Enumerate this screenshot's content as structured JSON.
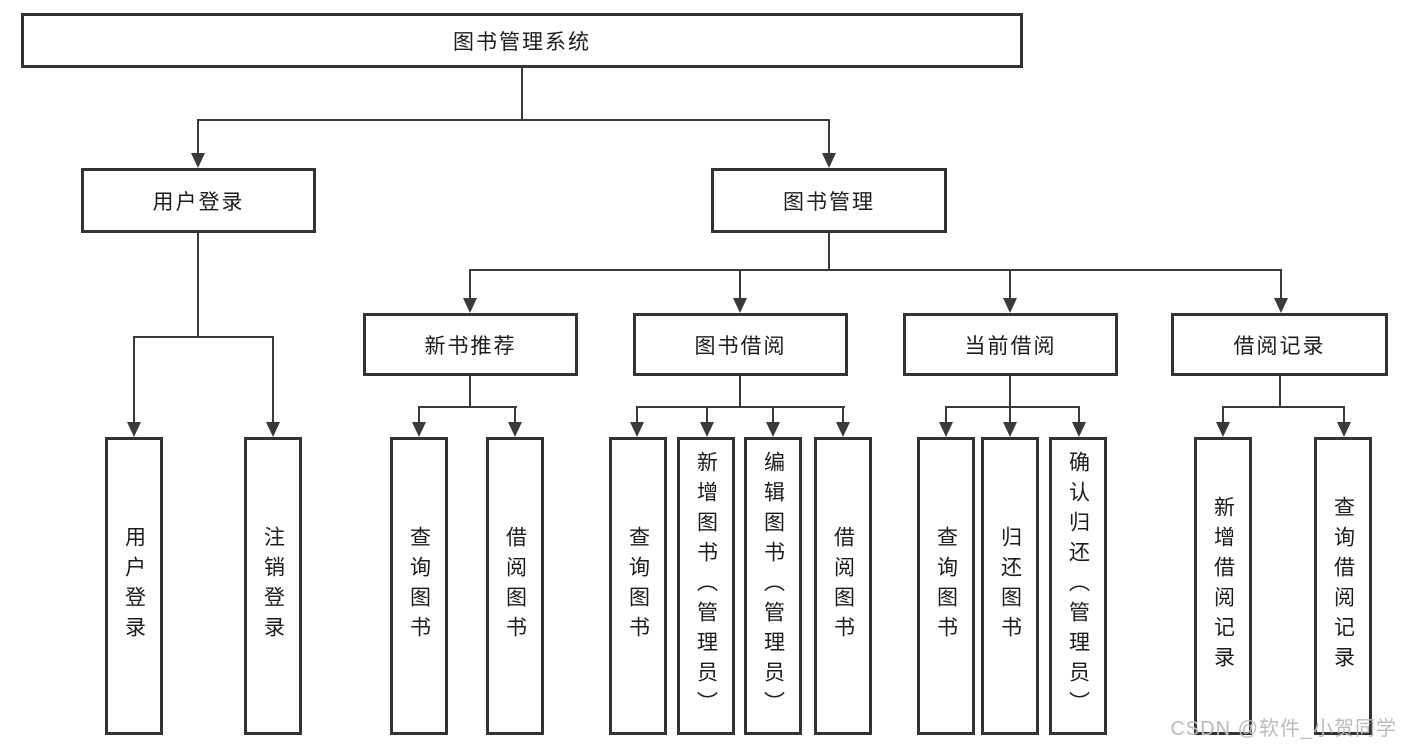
{
  "tree": {
    "root": {
      "label": "图书管理系统",
      "children": [
        {
          "label": "用户登录",
          "children": [
            {
              "label": "用户登录"
            },
            {
              "label": "注销登录"
            }
          ]
        },
        {
          "label": "图书管理",
          "children": [
            {
              "label": "新书推荐",
              "children": [
                {
                  "label": "查询图书"
                },
                {
                  "label": "借阅图书"
                }
              ]
            },
            {
              "label": "图书借阅",
              "children": [
                {
                  "label": "查询图书"
                },
                {
                  "label": "新增图书（管理员）"
                },
                {
                  "label": "编辑图书（管理员）"
                },
                {
                  "label": "借阅图书"
                }
              ]
            },
            {
              "label": "当前借阅",
              "children": [
                {
                  "label": "查询图书"
                },
                {
                  "label": "归还图书"
                },
                {
                  "label": "确认归还（管理员）"
                }
              ]
            },
            {
              "label": "借阅记录",
              "children": [
                {
                  "label": "新增借阅记录"
                },
                {
                  "label": "查询借阅记录"
                }
              ]
            }
          ]
        }
      ]
    }
  },
  "watermark": {
    "text": "CSDN @软件_小贺同学"
  },
  "colors": {
    "line": "#3a3a3a",
    "box_border": "#333333",
    "text": "#1c1c1c",
    "watermark": "#bbbbbb",
    "background": "#ffffff"
  }
}
